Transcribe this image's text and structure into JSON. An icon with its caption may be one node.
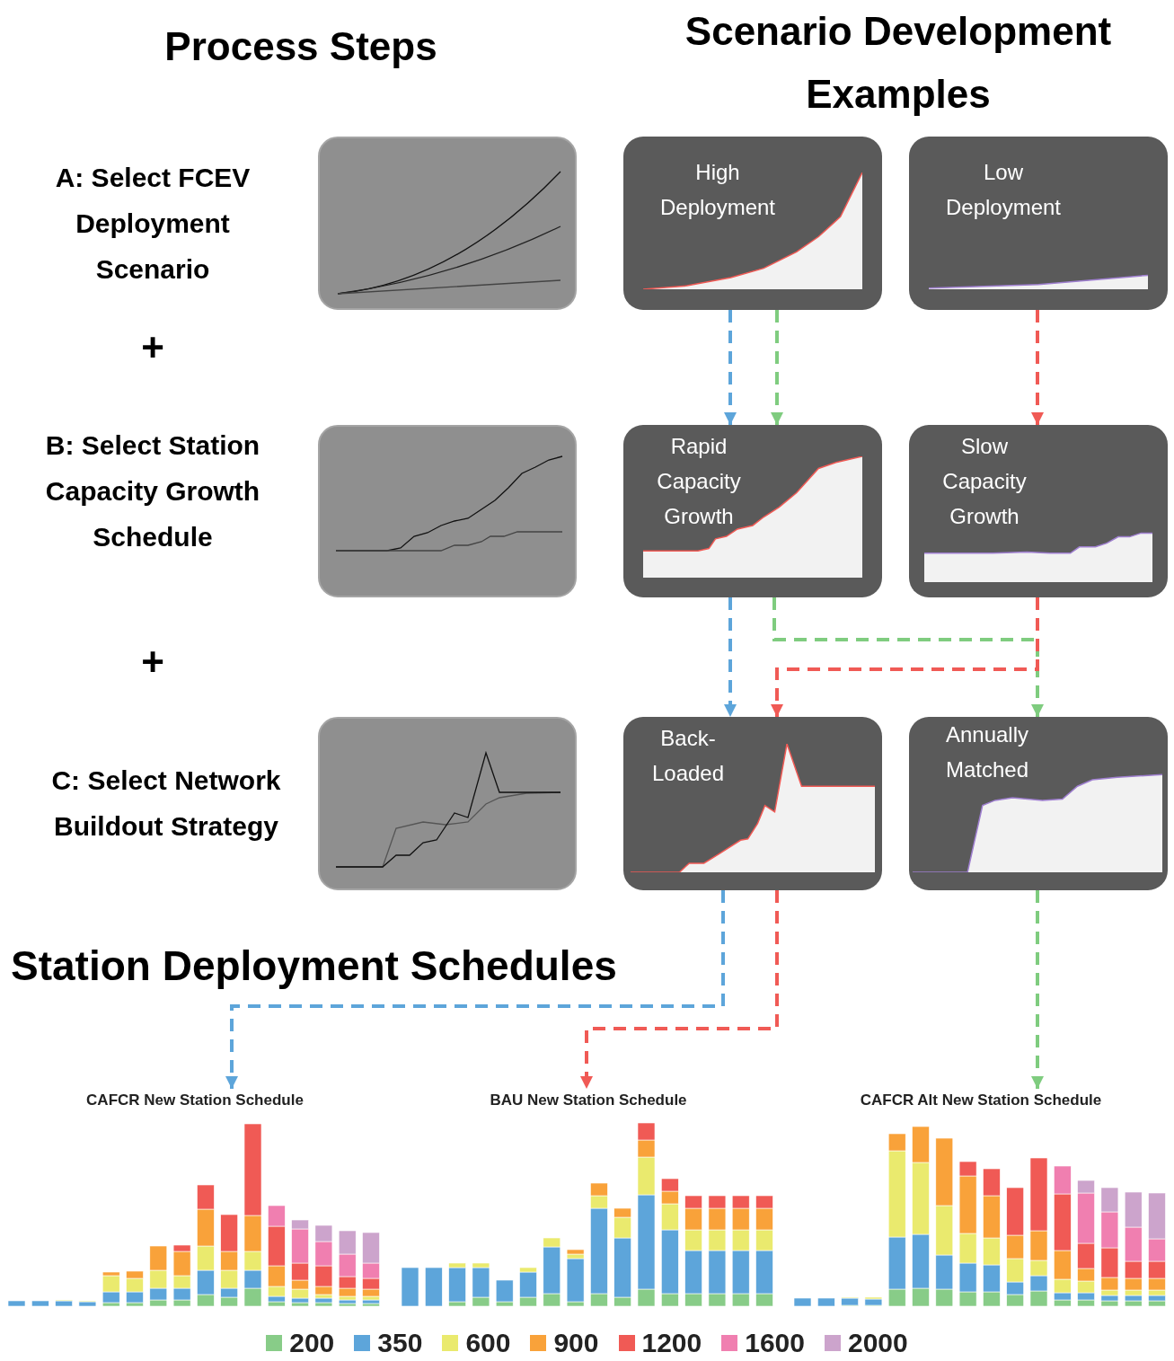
{
  "diagram": {
    "nodes": [
      {
        "text": [],
        "shape": "picture"
      },
      {
        "text": [
          "High Deployment"
        ]
      },
      {
        "text": [
          "Low Deployment"
        ]
      },
      {
        "text": [],
        "shape": "picture"
      },
      {
        "text": [
          "Rapid Capacity Growth"
        ]
      },
      {
        "text": [
          "Slow Capacity Growth"
        ]
      },
      {
        "text": [],
        "shape": "picture"
      },
      {
        "text": [
          "Back-Loaded"
        ]
      },
      {
        "text": [
          "Annually Matched"
        ]
      },
      {
        "text": [
          "CAFCR New Station Schedule"
        ]
      },
      {
        "text": [
          "BAU New Station Schedule"
        ]
      },
      {
        "text": [
          "CAFCR Alt New Station Schedule"
        ]
      }
    ],
    "edges": [
      {
        "from": 1,
        "to": 4,
        "arrow": "to",
        "style": "dashed",
        "color": "#5da5da"
      },
      {
        "from": 1,
        "to": 4,
        "arrow": "to",
        "style": "dashed",
        "color": "#7fcc7f"
      },
      {
        "from": 2,
        "to": 5,
        "arrow": "to",
        "style": "dashed",
        "color": "#f05a55"
      },
      {
        "from": 4,
        "to": 7,
        "arrow": "to",
        "style": "dashed",
        "color": "#5da5da"
      },
      {
        "from": 4,
        "to": 8,
        "arrow": "to",
        "style": "dashed",
        "color": "#7fcc7f"
      },
      {
        "from": 5,
        "to": 7,
        "arrow": "to",
        "style": "dashed",
        "color": "#f05a55"
      },
      {
        "from": 7,
        "to": 9,
        "arrow": "to",
        "style": "dashed",
        "color": "#5da5da"
      },
      {
        "from": 7,
        "to": 10,
        "arrow": "to",
        "style": "dashed",
        "color": "#f05a55"
      },
      {
        "from": 8,
        "to": 11,
        "arrow": "to",
        "style": "dashed",
        "color": "#7fcc7f"
      }
    ],
    "labels": [
      "Process Steps",
      "Scenario Development Examples",
      "A: Select FCEV Deployment Scenario",
      "+",
      "B: Select Station Capacity Growth Schedule",
      "+",
      "C: Select Network Buildout Strategy",
      "Station Deployment Schedules"
    ],
    "legend": [
      {
        "text": "200",
        "color": "#88cc88"
      },
      {
        "text": "350",
        "color": "#5da5da"
      },
      {
        "text": "600",
        "color": "#eaea6e"
      },
      {
        "text": "900",
        "color": "#f9a23a"
      },
      {
        "text": "1200",
        "color": "#f05a55"
      },
      {
        "text": "1600",
        "color": "#f07fb0"
      },
      {
        "text": "2000",
        "color": "#cca4cc"
      }
    ]
  }
}
